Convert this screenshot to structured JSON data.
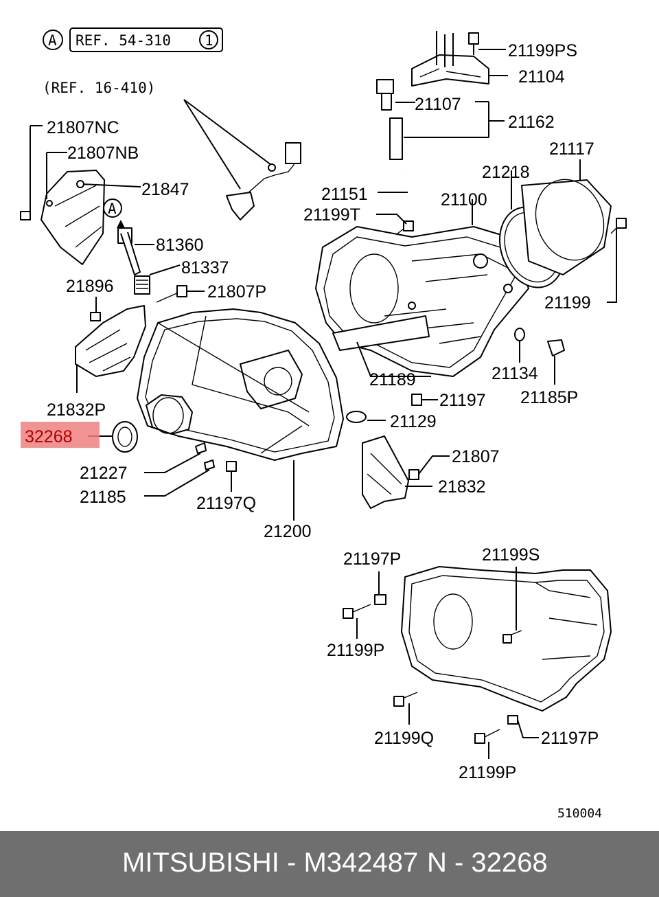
{
  "ref": {
    "circle_a": "A",
    "ref1_text": "REF. 54-310",
    "ref1_num": "1",
    "ref2_text": "(REF. 16-410)"
  },
  "labels": {
    "p21199PS": "21199PS",
    "p21104": "21104",
    "p21107": "21107",
    "p21162": "21162",
    "p21117": "21117",
    "p21807NC": "21807NC",
    "p21807NB": "21807NB",
    "p21847": "21847",
    "p21218": "21218",
    "p21151": "21151",
    "p21100": "21100",
    "p21199T": "21199T",
    "p81360": "81360",
    "p81337": "81337",
    "p21896": "21896",
    "p21807P": "21807P",
    "p21199": "21199",
    "p21134": "21134",
    "p21189": "21189",
    "p21185P": "21185P",
    "p21197": "21197",
    "p21832P": "21832P",
    "p21129": "21129",
    "p32268": "32268",
    "p21807": "21807",
    "p21227": "21227",
    "p21832": "21832",
    "p21185": "21185",
    "p21197Q": "21197Q",
    "p21200": "21200",
    "p21197P_a": "21197P",
    "p21199S": "21199S",
    "p21199P_a": "21199P",
    "p21199Q": "21199Q",
    "p21197P_b": "21197P",
    "p21199P_b": "21199P",
    "figure_no": "510004"
  },
  "highlight": {
    "part": "32268",
    "color": "#f08080"
  },
  "footer": {
    "brand": "MITSUBISHI - M342487",
    "part": "N - 32268",
    "background": "#6f6f6f"
  }
}
